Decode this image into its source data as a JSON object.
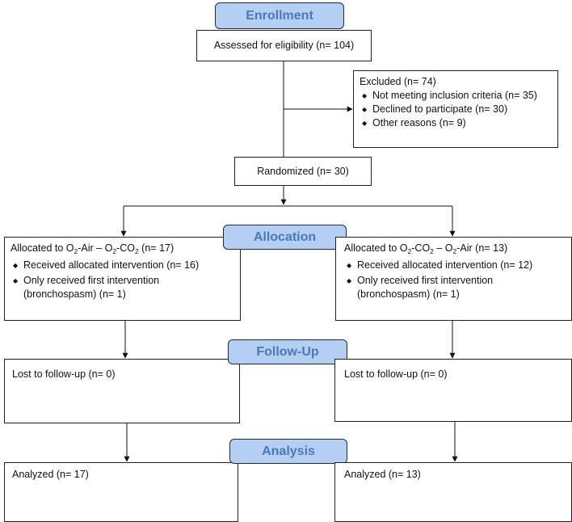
{
  "stages": {
    "enrollment": "Enrollment",
    "allocation": "Allocation",
    "follow_up": "Follow-Up",
    "analysis": "Analysis"
  },
  "assessed": "Assessed for eligibility (n= 104)",
  "excluded": {
    "title": "Excluded (n= 74)",
    "items": [
      "Not meeting inclusion criteria (n= 35)",
      "Declined to participate (n= 30)",
      "Other reasons (n= 9)"
    ]
  },
  "randomized": "Randomized (n= 30)",
  "bullet_glyph": "◆",
  "left_arm": {
    "alloc_prefix": "Allocated to O",
    "alloc_sub1": "2",
    "alloc_mid1": "-Air – O",
    "alloc_sub2": "2",
    "alloc_mid2": "-CO",
    "alloc_sub3": "2",
    "alloc_suffix": " (n= 17)",
    "received": "Received allocated intervention (n= 16)",
    "only_first_1": "Only received first intervention",
    "only_first_2": "(bronchospasm) (n= 1)",
    "lost": "Lost to follow-up (n= 0)",
    "analyzed": "Analyzed (n= 17)"
  },
  "right_arm": {
    "alloc_prefix": "Allocated to O",
    "alloc_sub1": "2",
    "alloc_mid1": "-CO",
    "alloc_sub2": "2",
    "alloc_mid2": " – O",
    "alloc_sub3": "2",
    "alloc_suffix": "-Air (n= 13)",
    "received": "Received allocated intervention (n= 12)",
    "only_first_1": "Only received first intervention",
    "only_first_2": "(bronchospasm) (n= 1)",
    "lost": "Lost to follow-up (n= 0)",
    "analyzed": "Analyzed (n= 13)"
  }
}
